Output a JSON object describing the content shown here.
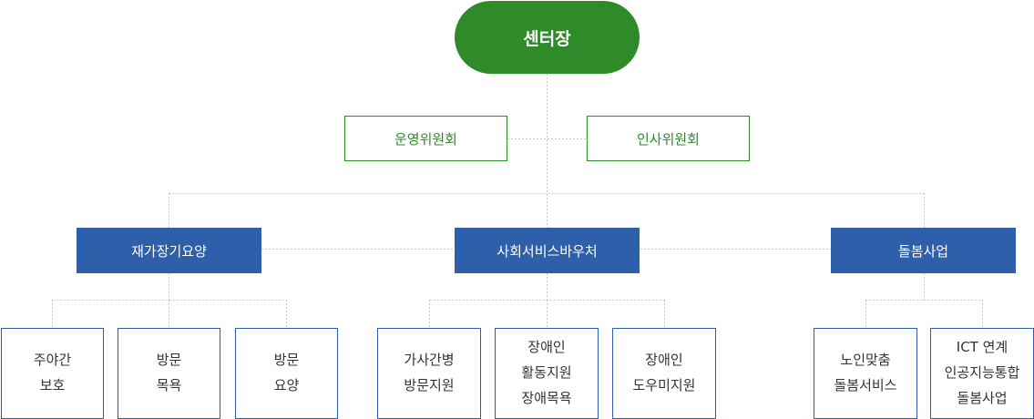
{
  "root": {
    "label": "센터장"
  },
  "committees": [
    {
      "label": "운영위원회"
    },
    {
      "label": "인사위원회"
    }
  ],
  "divisions": [
    {
      "label": "재가장기요양",
      "services": [
        {
          "lines": [
            "주야간",
            "보호"
          ]
        },
        {
          "lines": [
            "방문",
            "목욕"
          ]
        },
        {
          "lines": [
            "방문",
            "요양"
          ]
        }
      ]
    },
    {
      "label": "사회서비스바우처",
      "services": [
        {
          "lines": [
            "가사간병",
            "방문지원"
          ]
        },
        {
          "lines": [
            "장애인",
            "활동지원",
            "장애목욕"
          ]
        },
        {
          "lines": [
            "장애인",
            "도우미지원"
          ]
        }
      ]
    },
    {
      "label": "돌봄사업",
      "services": [
        {
          "lines": [
            "노인맞춤",
            "돌봄서비스"
          ]
        },
        {
          "lines": [
            "ICT 연계",
            "인공지능통합",
            "돌봄사업"
          ]
        }
      ]
    }
  ],
  "colors": {
    "root_fill": "#2f8a2a",
    "committee_border": "#2f8a2a",
    "division_fill": "#2e5fab",
    "service_border": "#2e5fab",
    "connector": "#c8c8c8",
    "service_text": "#333333"
  }
}
